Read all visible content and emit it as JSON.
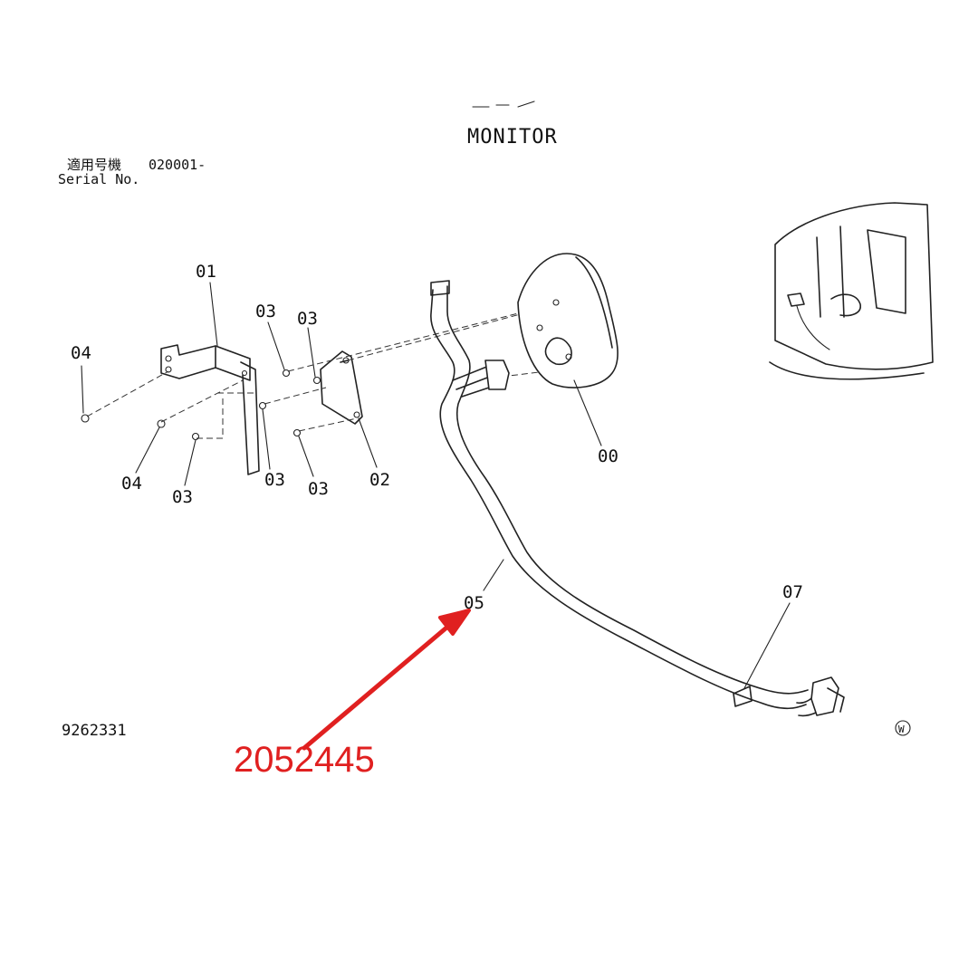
{
  "header": {
    "title_jp_partial": "モニタ",
    "title": "MONITOR",
    "serial_jp": "適用号機",
    "serial_range": "020001-",
    "serial_en": "Serial No."
  },
  "diagram": {
    "drawing_number": "9262331",
    "mark": "W",
    "parts": {
      "p00": "00",
      "p01": "01",
      "p02": "02",
      "p03": "03",
      "p04": "04",
      "p05": "05",
      "p07": "07"
    }
  },
  "annotation": {
    "part_number": "2052445",
    "color": "#e02020"
  }
}
